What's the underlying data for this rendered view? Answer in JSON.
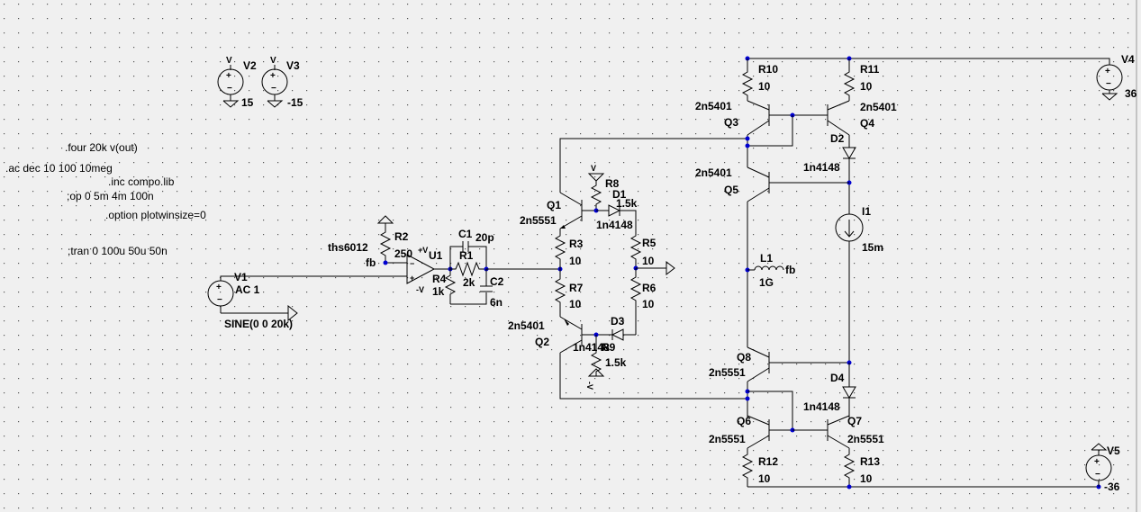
{
  "directives": {
    "four": ".four 20k v(out)",
    "ac": ".ac dec 10 100 10meg",
    "inc": ".inc compo.lib",
    "op": ";op 0 5m 4m 100n",
    "option": ".option plotwinsize=0",
    "tran": ";tran 0 100u 50u 50n"
  },
  "sources": {
    "v1": {
      "name": "V1",
      "ac": "AC 1",
      "value": "SINE(0 0 20k)"
    },
    "v2": {
      "name": "V2",
      "value": "15",
      "top_label": "V"
    },
    "v3": {
      "name": "V3",
      "value": "-15",
      "top_label": "V"
    },
    "v4": {
      "name": "V4",
      "value": "36"
    },
    "v5": {
      "name": "V5",
      "value": "-36"
    },
    "i1": {
      "name": "I1",
      "value": "15m"
    }
  },
  "opamp": {
    "name": "U1",
    "model": "ths6012",
    "fb": "fb",
    "plus": "+V",
    "minus": "-V"
  },
  "resistors": [
    {
      "name": "R1",
      "value": "2k"
    },
    {
      "name": "R2",
      "value": "250"
    },
    {
      "name": "R3",
      "value": "10"
    },
    {
      "name": "R4",
      "value": "1k"
    },
    {
      "name": "R5",
      "value": "10"
    },
    {
      "name": "R6",
      "value": "10"
    },
    {
      "name": "R7",
      "value": "10"
    },
    {
      "name": "R8",
      "value": "1.5k"
    },
    {
      "name": "R9",
      "value": "1.5k"
    },
    {
      "name": "R10",
      "value": "10"
    },
    {
      "name": "R11",
      "value": "10"
    },
    {
      "name": "R12",
      "value": "10"
    },
    {
      "name": "R13",
      "value": "10"
    }
  ],
  "capacitors": [
    {
      "name": "C1",
      "value": "20p"
    },
    {
      "name": "C2",
      "value": "6n"
    }
  ],
  "inductor": {
    "name": "L1",
    "value": "1G",
    "net": "fb"
  },
  "diodes": [
    {
      "name": "D1",
      "model": "1n4148"
    },
    {
      "name": "D2",
      "model": "1n4148"
    },
    {
      "name": "D3",
      "model": "1n4148"
    },
    {
      "name": "D4",
      "model": "1n4148"
    }
  ],
  "transistors": [
    {
      "name": "Q1",
      "model": "2n5551"
    },
    {
      "name": "Q2",
      "model": "2n5401"
    },
    {
      "name": "Q3",
      "model": "2n5401"
    },
    {
      "name": "Q4",
      "model": "2n5401"
    },
    {
      "name": "Q5",
      "model": "2n5401"
    },
    {
      "name": "Q6",
      "model": "2n5551"
    },
    {
      "name": "Q7",
      "model": "2n5551"
    },
    {
      "name": "Q8",
      "model": "2n5551"
    }
  ],
  "rail_labels": {
    "pos": "V",
    "neg": "-V"
  }
}
